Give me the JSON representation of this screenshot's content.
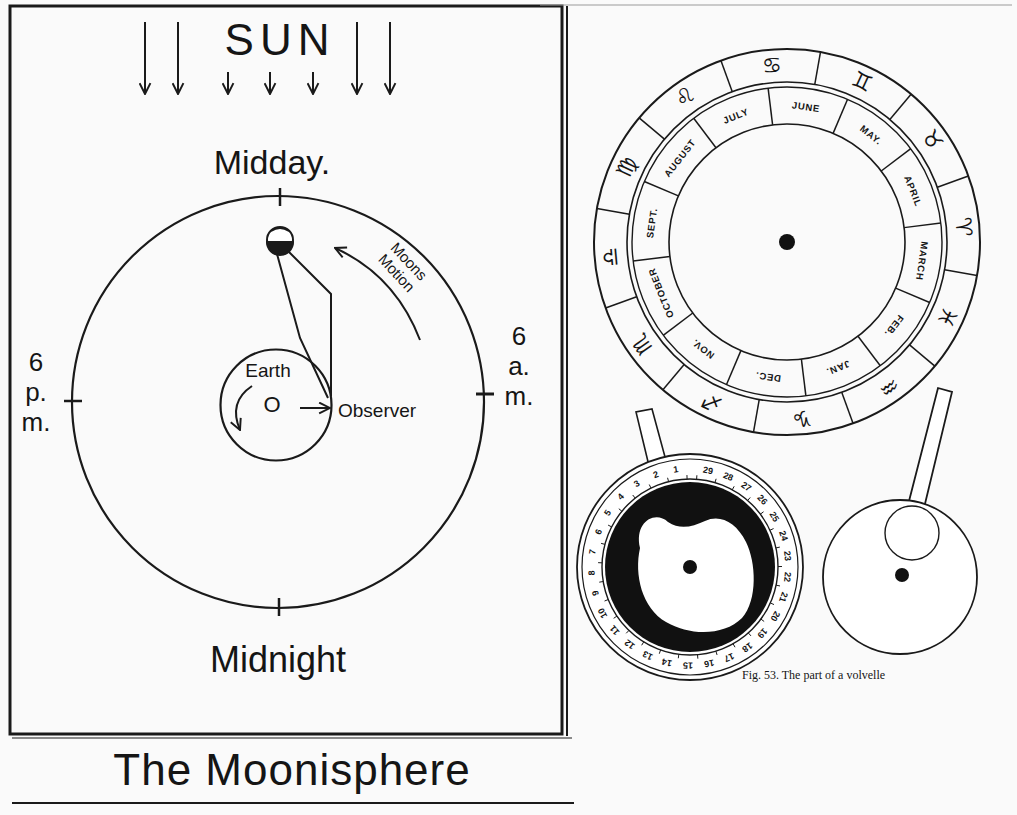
{
  "diagram": {
    "title": "The Moonisphere",
    "caption": "Fig. 53. The part of a volvelle",
    "nodes": [
      {
        "text": [
          "Earth",
          "O"
        ]
      }
    ],
    "labels": [
      "SUN",
      "Midday.",
      "6 p. m.",
      "6 a. m.",
      "Moons Motion",
      "Observer",
      "Midnight",
      "JULY",
      "JUNE",
      "MAY.",
      "APRIL",
      "MARCH",
      "FEB.",
      "JAN.",
      "DEC.",
      "NOV.",
      "OCTOBER",
      "SEPT.",
      "AUGUST",
      "♋",
      "♊",
      "♉",
      "♈",
      "♓",
      "♒",
      "♑",
      "♐",
      "♏",
      "♎",
      "♍",
      "♌",
      "1",
      "2",
      "3",
      "4",
      "5",
      "6",
      "7",
      "8",
      "9",
      "10",
      "11",
      "12",
      "13",
      "14",
      "15",
      "16",
      "17",
      "18",
      "19",
      "20",
      "21",
      "22",
      "23",
      "24",
      "25",
      "26",
      "27",
      "28",
      "29"
    ]
  }
}
